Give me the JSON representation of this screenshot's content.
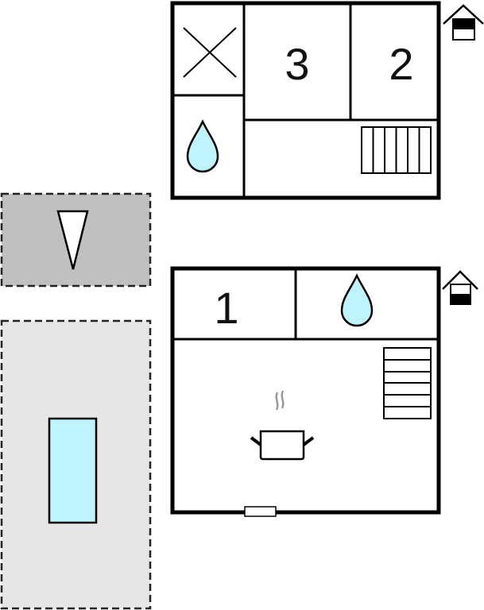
{
  "upper_floor": {
    "room_a_label": "3",
    "room_b_label": "2",
    "level_icon": "house-upper-floor-icon"
  },
  "ground_floor": {
    "room_label": "1",
    "level_icon": "house-ground-floor-icon"
  },
  "colors": {
    "water": "#bff4ff",
    "terrace": "#c0c0c0",
    "pool_area": "#e6e6e6",
    "wall": "#000000"
  }
}
